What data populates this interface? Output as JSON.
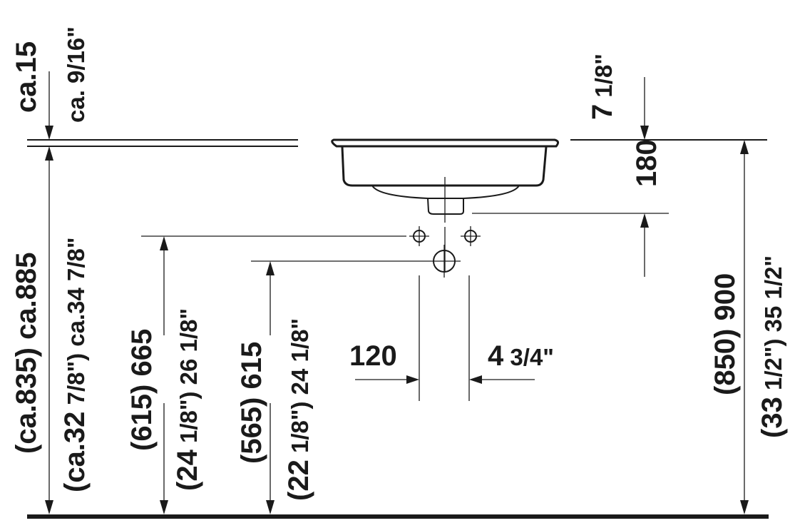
{
  "dimensions": {
    "top_offset_mm": "ca.15",
    "top_offset_in": "ca. 9/16\"",
    "rim_thickness_in_whole": "7",
    "rim_thickness_in_frac": "1/8\"",
    "basin_depth_mm": "180",
    "counter_height_mm": "(ca.835) ca.885",
    "counter_height_in_whole": "(ca.32",
    "counter_height_in_frac_a": "7/8\") ca.34",
    "counter_height_in_frac_b": "7/8\"",
    "tap_height_mm": "(615)  665",
    "tap_height_in_a": "(24",
    "tap_height_in_frac_a": "1/8\") 26",
    "tap_height_in_frac_b": "1/8\"",
    "drain_height_mm": "(565)  615",
    "drain_height_in_a": "(22",
    "drain_height_in_frac_a": "1/8\") 24",
    "drain_height_in_frac_b": "1/8\"",
    "drain_width_mm": "120",
    "drain_width_in_whole": "4",
    "drain_width_in_frac": "3/4\"",
    "total_height_mm": "(850)  900",
    "total_height_in_a": "(33",
    "total_height_in_frac_a": "1/2\")  35",
    "total_height_in_frac_b": "1/2\""
  }
}
